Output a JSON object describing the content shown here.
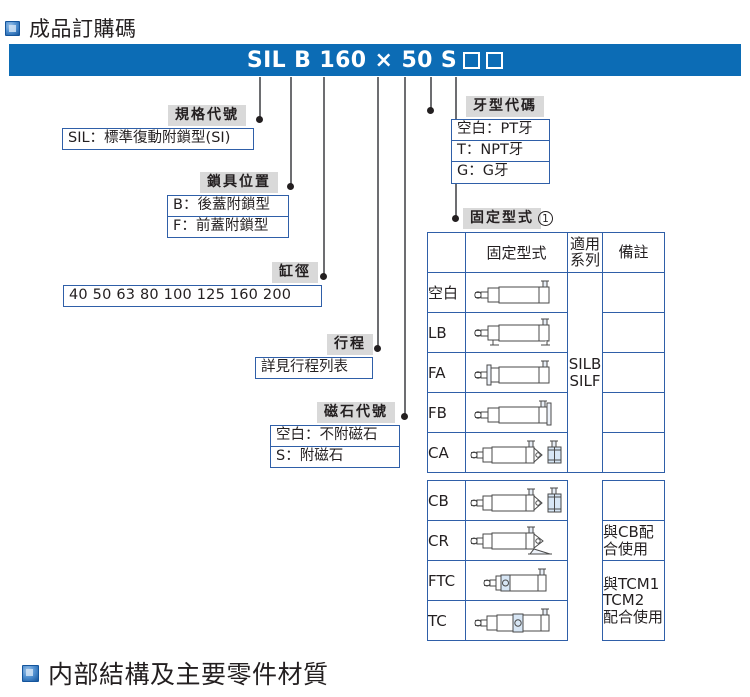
{
  "headings": {
    "top": "成品訂購碼",
    "bottom": "内部結構及主要零件材質"
  },
  "banner": {
    "code_text": "SIL B 160 × 50 S",
    "empty_box_count": 2,
    "background_color": "#0c6cb5"
  },
  "callouts": {
    "model": {
      "label": "規格代號",
      "values": [
        "SIL：標準復動附鎖型(SI)"
      ]
    },
    "lock_position": {
      "label": "鎖具位置",
      "values": [
        "B：後蓋附鎖型",
        "F：前蓋附鎖型"
      ]
    },
    "bore": {
      "label": "缸徑",
      "values": [
        "40  50  63  80  100  125 160 200"
      ],
      "sizes": [
        "40",
        "50",
        "63",
        "80",
        "100",
        "125",
        "160",
        "200"
      ]
    },
    "stroke": {
      "label": "行程",
      "values": [
        "詳見行程列表"
      ]
    },
    "magnet": {
      "label": "磁石代號",
      "values": [
        "空白：不附磁石",
        "S：附磁石"
      ]
    },
    "thread": {
      "label": "牙型代碼",
      "values": [
        "空白：PT牙",
        "T：NPT牙",
        "G：G牙"
      ]
    },
    "mounting": {
      "label": "固定型式",
      "note_marker": "1"
    }
  },
  "mounting_table": {
    "headers": {
      "code": "",
      "type": "固定型式",
      "series": "適用系列",
      "remark": "備註"
    },
    "series_value": "SILB\nSILF",
    "series_line1": "SILB",
    "series_line2": "SILF",
    "rows": [
      {
        "code": "空白",
        "figure": "cylinder-basic",
        "remark": ""
      },
      {
        "code": "LB",
        "figure": "cylinder-lb-foot",
        "remark": ""
      },
      {
        "code": "FA",
        "figure": "cylinder-fa-flange-front",
        "remark": ""
      },
      {
        "code": "FB",
        "figure": "cylinder-fb-flange-rear",
        "remark": ""
      },
      {
        "code": "CA",
        "figure": "cylinder-ca-clevis",
        "remark": ""
      },
      {
        "code": "CB",
        "figure": "cylinder-cb-clevis",
        "remark": ""
      },
      {
        "code": "CR",
        "figure": "cylinder-cr-pivot",
        "remark": "與CB配\n合使用"
      },
      {
        "code": "FTC",
        "figure": "cylinder-ftc-trunnion-front",
        "remark": "與TCM1\nTCM2\n配合使用"
      },
      {
        "code": "TC",
        "figure": "cylinder-tc-trunnion-mid",
        "remark": ""
      }
    ],
    "remark_cb": "與CB配合使用",
    "remark_cb_line1": "與CB配",
    "remark_cb_line2": "合使用",
    "remark_tcm_line1": "與TCM1",
    "remark_tcm_line2": "TCM2",
    "remark_tcm_line3": "配合使用"
  },
  "colors": {
    "banner_blue": "#0c6cb5",
    "box_border_blue": "#2f5fa8",
    "tag_gray": "#d9d9d9",
    "leader_gray": "#6d6e71",
    "text": "#231f20"
  }
}
